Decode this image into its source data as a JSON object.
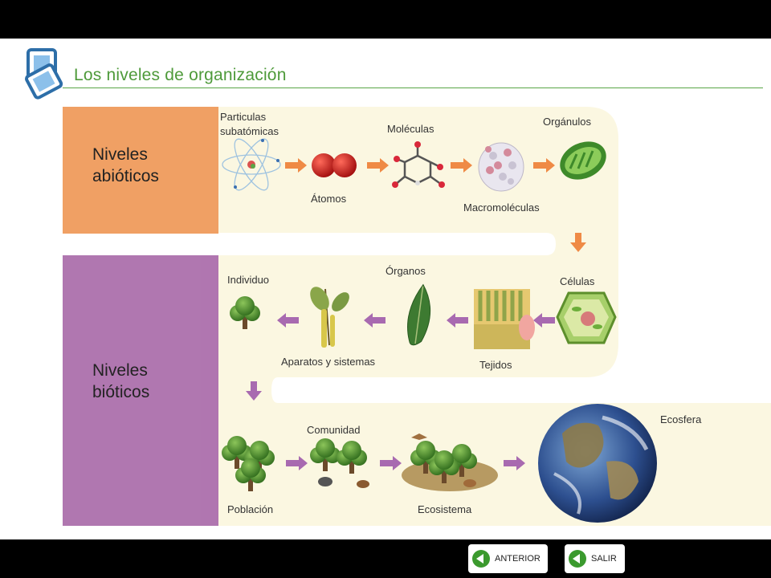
{
  "page": {
    "title": "Los niveles de organización"
  },
  "groups": {
    "abiotic": [
      "Niveles",
      "abióticos"
    ],
    "biotic": [
      "Niveles",
      "bióticos"
    ]
  },
  "levels": {
    "particulas": [
      "Particulas",
      "subatómicas"
    ],
    "atomos": "Átomos",
    "moleculas": "Moléculas",
    "macromoleculas": "Macromoléculas",
    "organulos": "Orgánulos",
    "celulas": "Células",
    "tejidos": "Tejidos",
    "organos": "Órganos",
    "aparatos": "Aparatos y sistemas",
    "individuo": "Individuo",
    "poblacion": "Población",
    "comunidad": "Comunidad",
    "ecosistema": "Ecosistema",
    "ecosfera": "Ecosfera"
  },
  "nav": {
    "anterior": "ANTERIOR",
    "salir": "SALIR"
  },
  "colors": {
    "abiotic": "#f0a064",
    "biotic": "#b077b0",
    "panel": "#fbf7e1",
    "orange_arrow": "#ef8a45",
    "purple_arrow": "#a86ab0",
    "title": "#4e9a3a"
  }
}
